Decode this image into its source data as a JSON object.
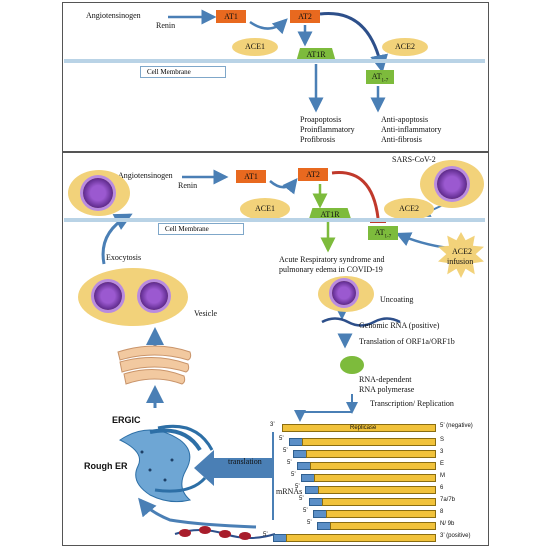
{
  "top": {
    "angiotensinogen": "Angiotensinogen",
    "renin": "Renin",
    "at1": "AT1",
    "at2": "AT2",
    "ace1": "ACE1",
    "ace2": "ACE2",
    "at1r": "AT1R",
    "at17": "AT",
    "at17_sub": "1-7",
    "membrane": "Cell Membrane",
    "pro": [
      "Proapoptosis",
      "Proinflammatory",
      "Profibrosis"
    ],
    "anti": [
      "Anti-apoptosis",
      "Anti-inflammatory",
      "Anti-fibrosis"
    ]
  },
  "bottom": {
    "sars": "SARS-CoV-2",
    "angiotensinogen": "Angiotensinogen",
    "renin": "Renin",
    "at1": "AT1",
    "at2": "AT2",
    "ace1": "ACE1",
    "ace2": "ACE2",
    "at1r": "AT1R",
    "at17": "AT",
    "at17_sub": "1-7",
    "membrane": "Cell Membrane",
    "ards": [
      "Acute Respiratory syndrome and",
      "pulmonary edema in COVID-19"
    ],
    "ace2_infusion": [
      "ACE2",
      "infusion"
    ],
    "exocytosis": "Exocytosis",
    "vesicle": "Vesicle",
    "uncoating": "Uncoating",
    "genomic": "Genomic RNA (positive)",
    "translation_orf": "Translation of ORF1a/ORF1b",
    "rdrp": [
      "RNA-dependent",
      "RNA polymerase"
    ],
    "transcription": "Transcription/ Replication",
    "ergic": "ERGIC",
    "rough_er": "Rough ER",
    "translation": "translation",
    "mrnas": "mRNAs",
    "replicase": "Replicase",
    "three_prime": "3’",
    "five_prime": "5’",
    "negative": "5’ (negative)",
    "positive": "3’   (positive)",
    "genes": [
      "S",
      "3",
      "E",
      "M",
      "6",
      "7a/7b",
      "8",
      "N/ 9b"
    ]
  },
  "colors": {
    "orange": "#e8691f",
    "green": "#7dbb3c",
    "ellipse": "#f2d27a",
    "arrow": "#4a7fb5",
    "red": "#c0392b",
    "membrane": "#b9d3e6"
  }
}
